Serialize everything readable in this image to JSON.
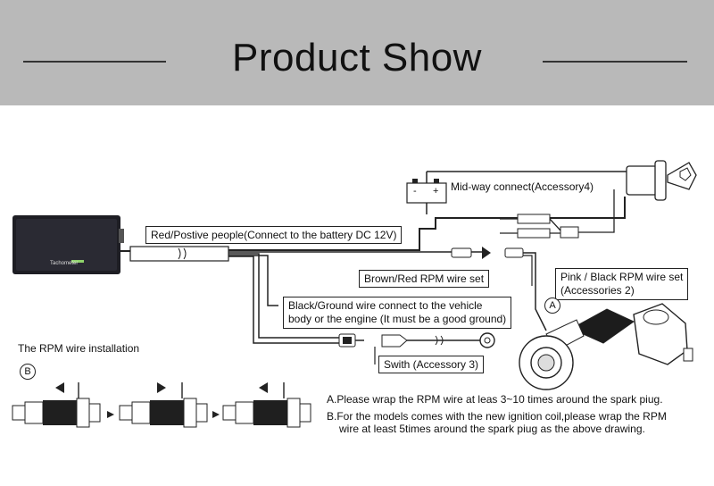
{
  "header": {
    "title": "Product Show"
  },
  "device": {
    "label": "Tachometer"
  },
  "labels": {
    "battery": "Red/Postive people(Connect to the battery DC 12V)",
    "midway": "Mid-way connect(Accessory4)",
    "brown_red": "Brown/Red RPM wire set",
    "pink_black_line1": "Pink / Black RPM wire set",
    "pink_black_line2": "(Accessories 2)",
    "ground_line1": "Black/Ground wire connect to the vehicle",
    "ground_line2": "body or the engine (It must be a good ground)",
    "switch": "Swith (Accessory 3)",
    "install_title": "The RPM wire installation",
    "marker_a": "A",
    "marker_b": "B",
    "battery_minus": "-",
    "battery_plus": "+"
  },
  "notes": {
    "a": "A.Please wrap the RPM wire at leas 3~10 times around the spark piug.",
    "b_line1": "B.For the models comes with the new ignition coil,please wrap the RPM",
    "b_line2": "wire at least 5times around the spark piug as the above drawing."
  }
}
